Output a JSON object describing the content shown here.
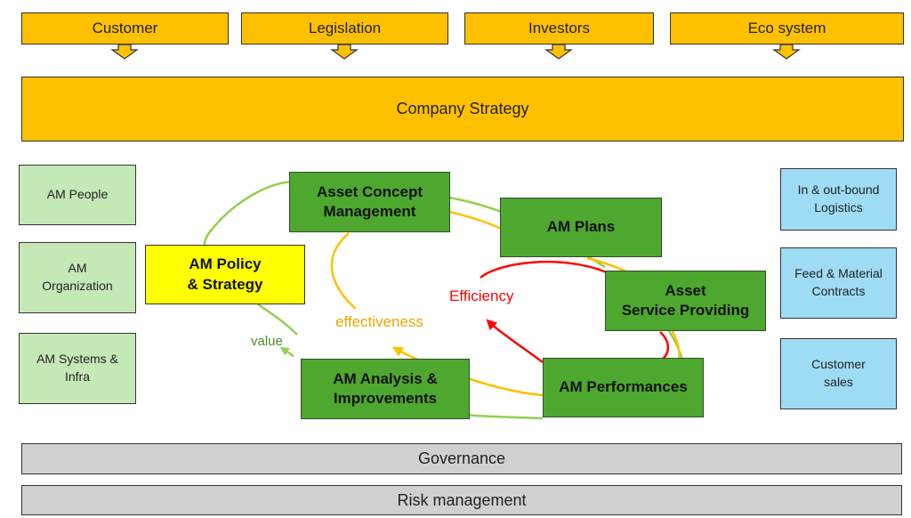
{
  "stakeholders": [
    "Customer",
    "Legislation",
    "Investors",
    "Eco system"
  ],
  "company_strategy": "Company Strategy",
  "left_boxes": [
    "AM People",
    "AM\nOrganization",
    "AM Systems &\nInfra"
  ],
  "right_boxes": [
    "In & out-bound\nLogistics",
    "Feed & Material\nContracts",
    "Customer\nsales"
  ],
  "cycle": {
    "policy": "AM Policy\n& Strategy",
    "concept": "Asset Concept\nManagement",
    "plans": "AM Plans",
    "service": "Asset\nService Providing",
    "performances": "AM Performances",
    "analysis": "AM Analysis &\nImprovements"
  },
  "loop_labels": {
    "value": "value",
    "effectiveness": "effectiveness",
    "efficiency": "Efficiency"
  },
  "colors": {
    "value": "#92d050",
    "effectiveness": "#ffc000",
    "efficiency": "#ff0000"
  },
  "bottom": [
    "Governance",
    "Risk management"
  ]
}
